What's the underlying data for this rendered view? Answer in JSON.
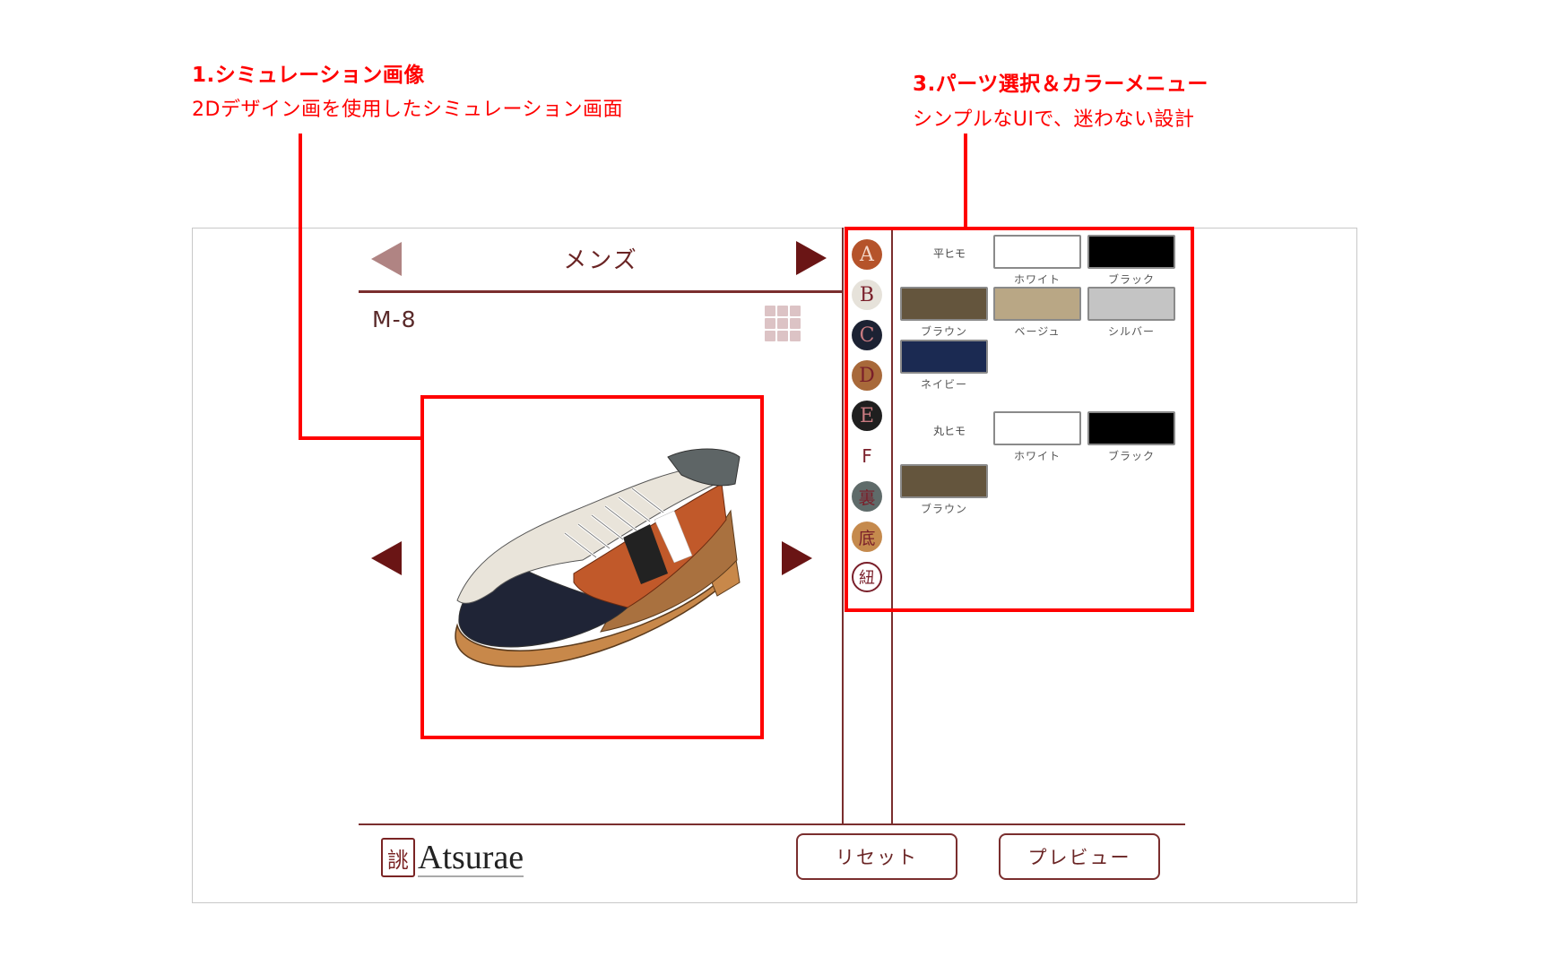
{
  "annotations": [
    {
      "title": "1.シミュレーション画像",
      "subtitle": "2Dデザイン画を使用したシミュレーション画面"
    },
    {
      "title": "3.パーツ選択＆カラーメニュー",
      "subtitle": "シンプルなUIで、迷わない設計"
    }
  ],
  "header": {
    "category": "メンズ",
    "prev_icon": "triangle-left-icon",
    "next_icon": "triangle-right-icon",
    "model_code": "M-8",
    "grid_icon": "grid-icon"
  },
  "preview": {
    "image": "shoe-illustration",
    "prev_view_icon": "triangle-left-icon",
    "next_view_icon": "triangle-right-icon"
  },
  "part_tabs": [
    {
      "label": "A",
      "bg": "#b5532a",
      "fg": "#f3d6c8",
      "selected": true
    },
    {
      "label": "B",
      "bg": "#e6e2da",
      "fg": "#7a1f2a"
    },
    {
      "label": "C",
      "bg": "#1c2233",
      "fg": "#c87a80"
    },
    {
      "label": "D",
      "bg": "#a8693a",
      "fg": "#7a1f2a"
    },
    {
      "label": "E",
      "bg": "#1f1f1f",
      "fg": "#c87a80"
    },
    {
      "label": "F",
      "bg": "#ffffff",
      "fg": "#7a1f2a"
    },
    {
      "label": "裏",
      "bg": "#5f6b6a",
      "fg": "#7a1f2a"
    },
    {
      "label": "底",
      "bg": "#c58a4d",
      "fg": "#7a1f2a"
    },
    {
      "label": "紐",
      "bg": "#ffffff",
      "fg": "#7a1f2a",
      "outlined": true
    }
  ],
  "color_groups": [
    {
      "label": "平ヒモ",
      "colors": [
        {
          "name": "ホワイト",
          "hex": "#ffffff"
        },
        {
          "name": "ブラック",
          "hex": "#000000"
        },
        {
          "name": "ブラウン",
          "hex": "#64553d"
        },
        {
          "name": "ベージュ",
          "hex": "#b9a785"
        },
        {
          "name": "シルバー",
          "hex": "#c4c4c4"
        },
        {
          "name": "ネイビー",
          "hex": "#1b2a52"
        }
      ]
    },
    {
      "label": "丸ヒモ",
      "colors": [
        {
          "name": "ホワイト",
          "hex": "#ffffff"
        },
        {
          "name": "ブラック",
          "hex": "#000000"
        },
        {
          "name": "ブラウン",
          "hex": "#64553d"
        }
      ]
    }
  ],
  "footer": {
    "logo_mark": "誂",
    "logo_text": "Atsurae",
    "reset_label": "リセット",
    "preview_label": "プレビュー"
  },
  "colors": {
    "annotation_red": "#ff0000",
    "brand_maroon": "#7a2e2e",
    "arrow_dark": "#6a1515",
    "arrow_faded": "#b08483"
  }
}
